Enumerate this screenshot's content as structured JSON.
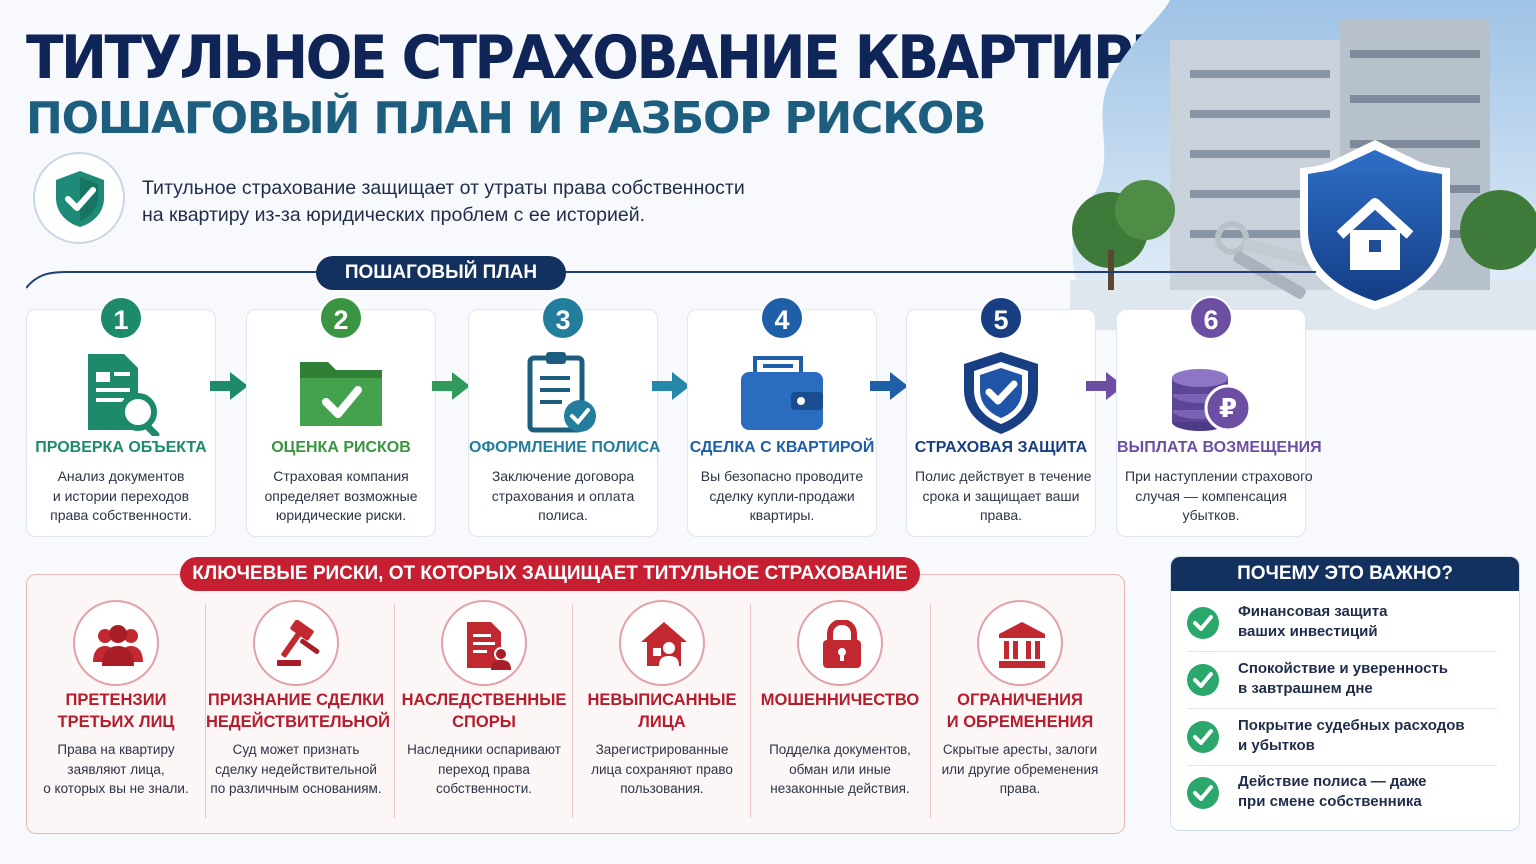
{
  "header": {
    "title_line1": "ТИТУЛЬНОЕ СТРАХОВАНИЕ КВАРТИРЫ:",
    "title_line2": "ПОШАГОВЫЙ ПЛАН И РАЗБОР РИСКОВ",
    "intro_line1": "Титульное страхование защищает от утраты права собственности",
    "intro_line2": "на квартиру из-за юридических проблем с ее историей.",
    "intro_icon": "shield-check-icon"
  },
  "plan": {
    "label": "ПОШАГОВЫЙ ПЛАН",
    "steps": [
      {
        "num": "1",
        "title": "ПРОВЕРКА ОБЪЕКТА",
        "desc": [
          "Анализ документов",
          "и истории переходов",
          "права собственности."
        ],
        "icon": "document-search-icon",
        "color": "#1e8a6c"
      },
      {
        "num": "2",
        "title": "ОЦЕНКА РИСКОВ",
        "desc": [
          "Страховая компания",
          "определяет возможные",
          "юридические риски."
        ],
        "icon": "folder-check-icon",
        "color": "#3b9442"
      },
      {
        "num": "3",
        "title": "ОФОРМЛЕНИЕ ПОЛИСА",
        "desc": [
          "Заключение договора",
          "страхования и оплата",
          "полиса."
        ],
        "icon": "clipboard-check-icon",
        "color": "#227e9c"
      },
      {
        "num": "4",
        "title": "СДЕЛКА С КВАРТИРОЙ",
        "desc": [
          "Вы безопасно проводите",
          "сделку купли-продажи",
          "квартиры."
        ],
        "icon": "wallet-icon",
        "color": "#1f5fa8"
      },
      {
        "num": "5",
        "title": "СТРАХОВАЯ ЗАЩИТА",
        "desc": [
          "Полис действует в течение",
          "срока и защищает ваши",
          "права."
        ],
        "icon": "shield-check-icon",
        "color": "#183e83"
      },
      {
        "num": "6",
        "title": "ВЫПЛАТА ВОЗМЕЩЕНИЯ",
        "desc": [
          "При наступлении страхового",
          "случая — компенсация",
          "убытков."
        ],
        "icon": "coins-ruble-icon",
        "color": "#6c4fa3"
      }
    ]
  },
  "risks": {
    "label": "КЛЮЧЕВЫЕ РИСКИ, ОТ КОТОРЫХ ЗАЩИЩАЕТ ТИТУЛЬНОЕ СТРАХОВАНИЕ",
    "items": [
      {
        "title": [
          "ПРЕТЕНЗИИ",
          "ТРЕТЬИХ ЛИЦ"
        ],
        "desc": [
          "Права на квартиру",
          "заявляют лица,",
          "о которых вы не знали."
        ],
        "icon": "people-icon"
      },
      {
        "title": [
          "ПРИЗНАНИЕ СДЕЛКИ",
          "НЕДЕЙСТВИТЕЛЬНОЙ"
        ],
        "desc": [
          "Суд может признать",
          "сделку недействительной",
          "по различным основаниям."
        ],
        "icon": "gavel-icon"
      },
      {
        "title": [
          "НАСЛЕДСТВЕННЫЕ",
          "СПОРЫ"
        ],
        "desc": [
          "Наследники оспаривают",
          "переход права",
          "собственности."
        ],
        "icon": "document-person-icon"
      },
      {
        "title": [
          "НЕВЫПИСАННЫЕ",
          "ЛИЦА"
        ],
        "desc": [
          "Зарегистрированные",
          "лица сохраняют право",
          "пользования."
        ],
        "icon": "house-person-icon"
      },
      {
        "title": [
          "МОШЕННИЧЕСТВО"
        ],
        "desc": [
          "Подделка документов,",
          "обман или иные",
          "незаконные действия."
        ],
        "icon": "lock-icon"
      },
      {
        "title": [
          "ОГРАНИЧЕНИЯ",
          "И ОБРЕМЕНЕНИЯ"
        ],
        "desc": [
          "Скрытые аресты, залоги",
          "или другие обременения",
          "права."
        ],
        "icon": "bank-icon"
      }
    ]
  },
  "why": {
    "label": "ПОЧЕМУ ЭТО ВАЖНО?",
    "items": [
      [
        "Финансовая защита",
        "ваших инвестиций"
      ],
      [
        "Спокойствие и уверенность",
        "в завтрашнем дне"
      ],
      [
        "Покрытие судебных расходов",
        "и убытков"
      ],
      [
        "Действие полиса — даже",
        "при смене собственника"
      ]
    ]
  },
  "colors": {
    "navy": "#13315f",
    "risk_red": "#c61f31",
    "check_green": "#2aa76b"
  }
}
